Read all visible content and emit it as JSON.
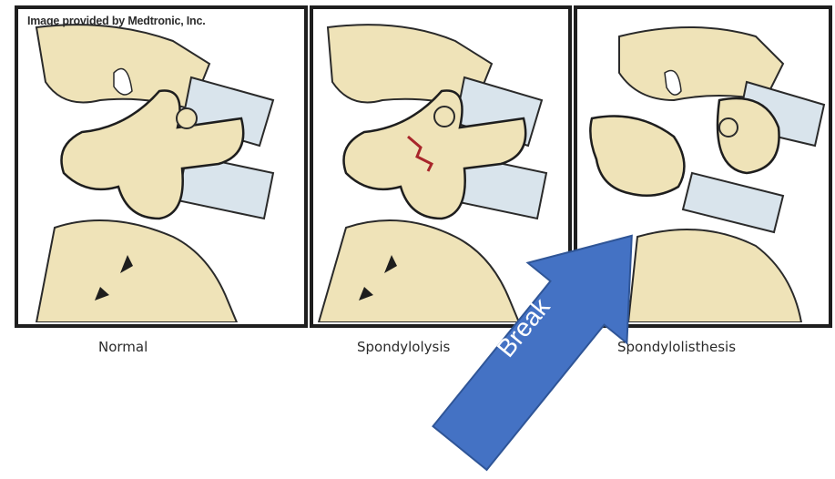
{
  "credit": "Image provided by Medtronic, Inc.",
  "panels": [
    {
      "label": "Normal"
    },
    {
      "label": "Spondylolysis"
    },
    {
      "label": "Spondylolisthesis"
    }
  ],
  "arrow": {
    "label": "Break",
    "color": "#4472c4"
  },
  "colors": {
    "bone": "#efe3b8",
    "disc": "#d9e4ec",
    "fracture": "#a8262b"
  }
}
